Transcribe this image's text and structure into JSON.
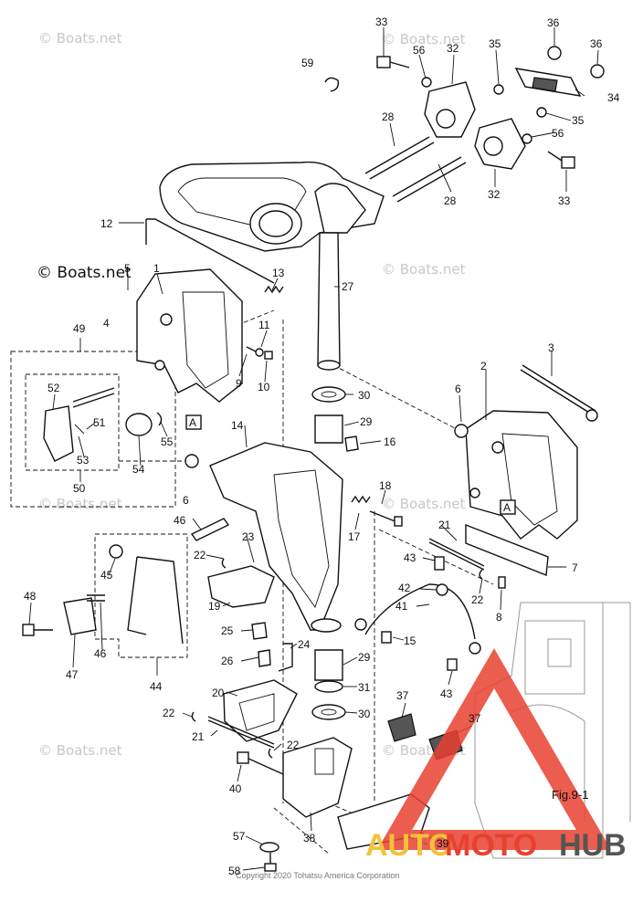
{
  "figure": {
    "label": "Fig.9-1",
    "copyright": "Copyright 2020 Tohatsu America Corporation"
  },
  "watermarks": {
    "main": "© Boats.net",
    "faint": "© Boats.net"
  },
  "brand": {
    "part1": "AUTO",
    "part2": "MOTO",
    "part3": "HUB",
    "color_auto": "#f2c23a",
    "color_moto": "#e8412f",
    "color_hub": "#555555"
  },
  "ref_markers": [
    "A",
    "A"
  ],
  "parts": {
    "p1": "1",
    "p2": "2",
    "p3": "3",
    "p4": "4",
    "p5": "5",
    "p6a": "6",
    "p6b": "6",
    "p7": "7",
    "p8": "8",
    "p9": "9",
    "p10": "10",
    "p11": "11",
    "p12": "12",
    "p13": "13",
    "p14": "14",
    "p15": "15",
    "p16": "16",
    "p17": "17",
    "p18": "18",
    "p19": "19",
    "p20": "20",
    "p21a": "21",
    "p21b": "21",
    "p22a": "22",
    "p22b": "22",
    "p22c": "22",
    "p22d": "22",
    "p23": "23",
    "p24": "24",
    "p25": "25",
    "p26": "26",
    "p27": "27",
    "p28a": "28",
    "p28b": "28",
    "p29a": "29",
    "p29b": "29",
    "p30a": "30",
    "p30b": "30",
    "p31": "31",
    "p32a": "32",
    "p32b": "32",
    "p33a": "33",
    "p33b": "33",
    "p34": "34",
    "p35a": "35",
    "p35b": "35",
    "p36a": "36",
    "p36b": "36",
    "p37a": "37",
    "p37b": "37",
    "p38": "38",
    "p39": "39",
    "p40": "40",
    "p41": "41",
    "p42": "42",
    "p43a": "43",
    "p43b": "43",
    "p44": "44",
    "p45": "45",
    "p46a": "46",
    "p46b": "46",
    "p47": "47",
    "p48": "48",
    "p49": "49",
    "p50": "50",
    "p51": "51",
    "p52": "52",
    "p53": "53",
    "p54": "54",
    "p55": "55",
    "p56a": "56",
    "p56b": "56",
    "p57": "57",
    "p58": "58",
    "p59": "59"
  }
}
